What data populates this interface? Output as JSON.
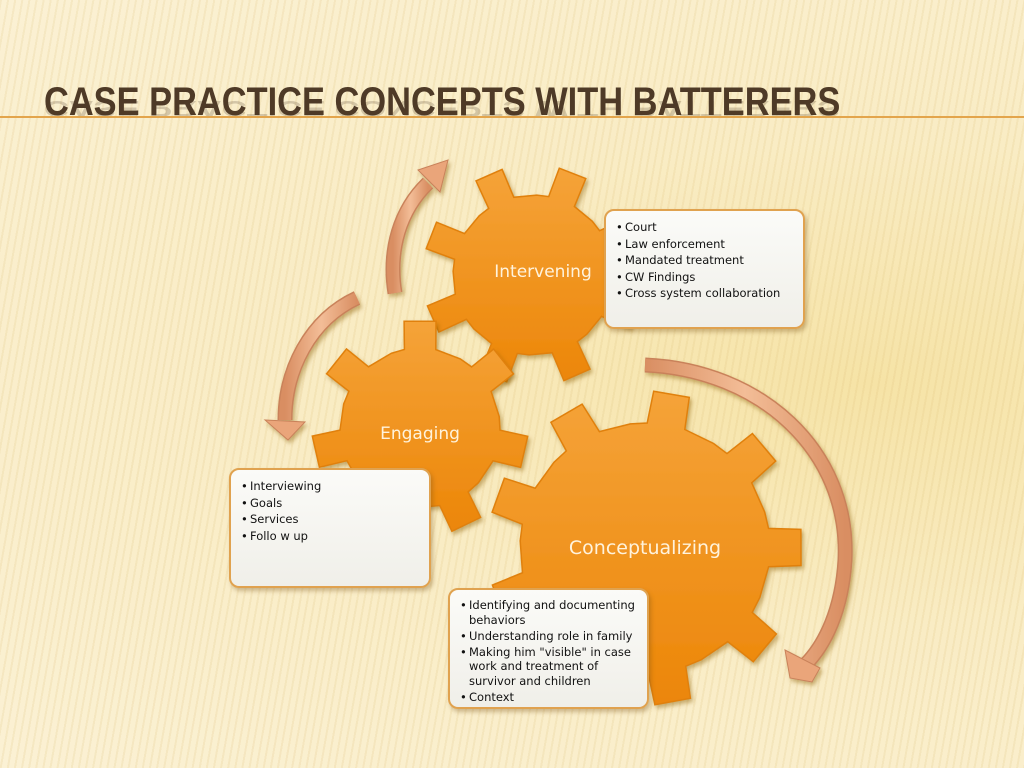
{
  "slide": {
    "title": "CASE PRACTICE CONCEPTS WITH BATTERERS",
    "colors": {
      "gear": "#f08f12",
      "gear_label": "#fff3dc",
      "arrow": "#e9a77b",
      "title": "#4e3a27",
      "accent_rule": "#e3a54c",
      "box_border": "#e0a24f"
    }
  },
  "gears": [
    {
      "label": "Intervening",
      "items": [
        "Court",
        "Law enforcement",
        "Mandated treatment",
        "CW Findings",
        "Cross system collaboration"
      ]
    },
    {
      "label": "Engaging",
      "items": [
        "Interviewing",
        "Goals",
        "Services",
        "Follo w up"
      ]
    },
    {
      "label": "Conceptualizing",
      "items": [
        "Identifying and documenting behaviors",
        "Understanding role in family",
        "Making him \"visible\" in case work  and treatment of survivor and children",
        "Context"
      ]
    }
  ],
  "arrows": [
    {
      "name": "engaging-to-intervening",
      "direction": "up"
    },
    {
      "name": "intervening-to-engaging",
      "direction": "down"
    },
    {
      "name": "intervening-to-conceptualizing",
      "direction": "clockwise-down"
    }
  ]
}
